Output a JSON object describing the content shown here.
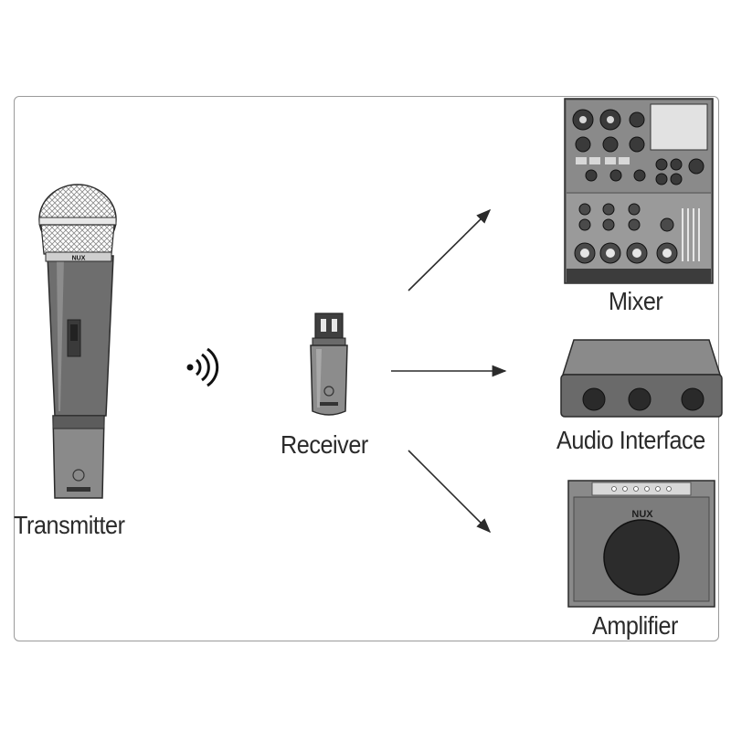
{
  "labels": {
    "transmitter": "Transmitter",
    "receiver": "Receiver",
    "mixer": "Mixer",
    "audio_interface": "Audio Interface",
    "amplifier": "Amplifier"
  },
  "brand": {
    "mic_logo": "NUX",
    "amp_logo": "NUX"
  },
  "colors": {
    "device_gray": "#7a7a7a",
    "dark_gray": "#4a4a4a",
    "light_gray": "#cfcfcf",
    "outline": "#2b2b2b"
  }
}
